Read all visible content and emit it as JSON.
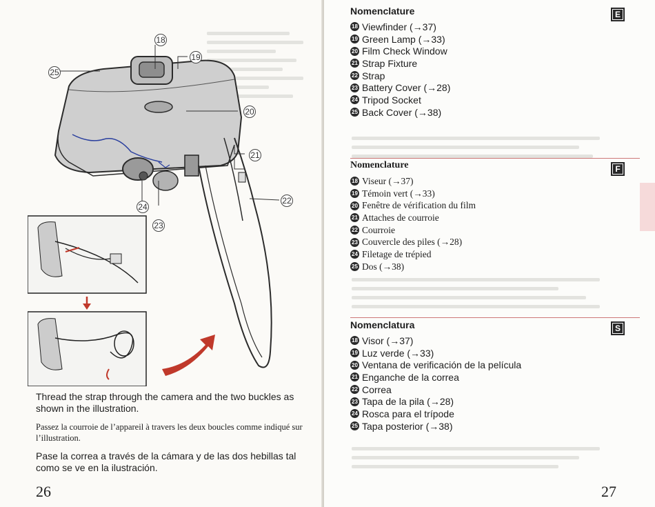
{
  "left_page": {
    "callouts": [
      "18",
      "19",
      "20",
      "21",
      "22",
      "23",
      "24",
      "25"
    ],
    "caption_en": "Thread the strap through the camera and the two buckles as shown in the illustration.",
    "caption_fr": "Passez la courroie de l’appareil à travers les deux boucles comme indiqué sur l’illustration.",
    "caption_es": "Pase la correa a través de la cámara y de las dos hebillas tal como se ve en la ilustración.",
    "page_number": "26"
  },
  "right_page": {
    "page_number": "27",
    "sections": [
      {
        "title": "Nomenclature",
        "badge": "E",
        "items": [
          {
            "num": "18",
            "text": "Viewfinder (→37)"
          },
          {
            "num": "19",
            "text": "Green Lamp (→33)"
          },
          {
            "num": "20",
            "text": "Film Check Window"
          },
          {
            "num": "21",
            "text": "Strap Fixture"
          },
          {
            "num": "22",
            "text": "Strap"
          },
          {
            "num": "23",
            "text": "Battery Cover (→28)"
          },
          {
            "num": "24",
            "text": "Tripod Socket"
          },
          {
            "num": "25",
            "text": "Back Cover (→38)"
          }
        ]
      },
      {
        "title": "Nomenclature",
        "badge": "F",
        "items": [
          {
            "num": "18",
            "text": "Viseur (→37)"
          },
          {
            "num": "19",
            "text": "Témoin vert (→33)"
          },
          {
            "num": "20",
            "text": "Fenêtre de vérification du film"
          },
          {
            "num": "21",
            "text": "Attaches de courroie"
          },
          {
            "num": "22",
            "text": "Courroie"
          },
          {
            "num": "23",
            "text": "Couvercle des piles (→28)"
          },
          {
            "num": "24",
            "text": "Filetage de trépied"
          },
          {
            "num": "25",
            "text": "Dos (→38)"
          }
        ]
      },
      {
        "title": "Nomenclatura",
        "badge": "S",
        "items": [
          {
            "num": "18",
            "text": "Visor (→37)"
          },
          {
            "num": "19",
            "text": "Luz verde (→33)"
          },
          {
            "num": "20",
            "text": "Ventana de verificación de la película"
          },
          {
            "num": "21",
            "text": "Enganche de la correa"
          },
          {
            "num": "22",
            "text": "Correa"
          },
          {
            "num": "23",
            "text": "Tapa de la pila (→28)"
          },
          {
            "num": "24",
            "text": "Rosca para el trípode"
          },
          {
            "num": "25",
            "text": "Tapa posterior (→38)"
          }
        ]
      }
    ]
  },
  "icons": [
    "camera-illustration",
    "strap-inset-top",
    "strap-inset-bottom",
    "down-arrow-icon",
    "red-arrow-icon"
  ]
}
